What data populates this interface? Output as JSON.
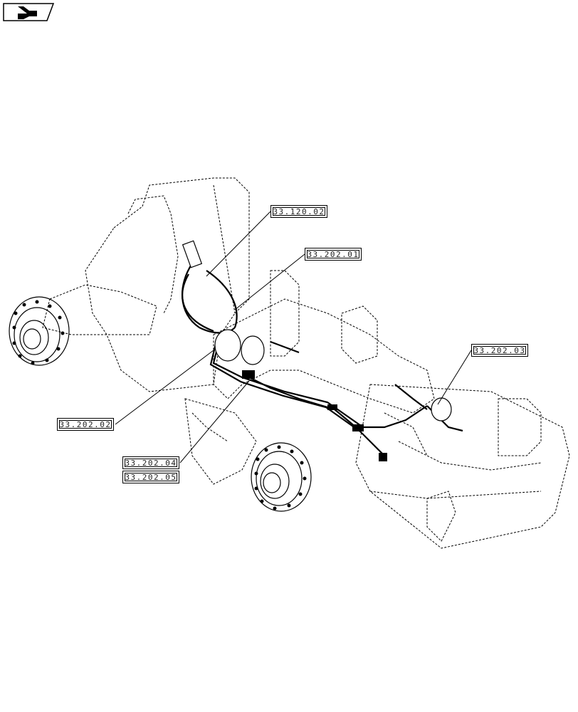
{
  "icons": {
    "nav": "back-arrow-icon"
  },
  "callouts": {
    "c1": "33.120.02",
    "c2": "33.202.01",
    "c3": "33.202.03",
    "c4": "33.202.02",
    "c5": "33.202.04",
    "c6": "33.202.05"
  }
}
